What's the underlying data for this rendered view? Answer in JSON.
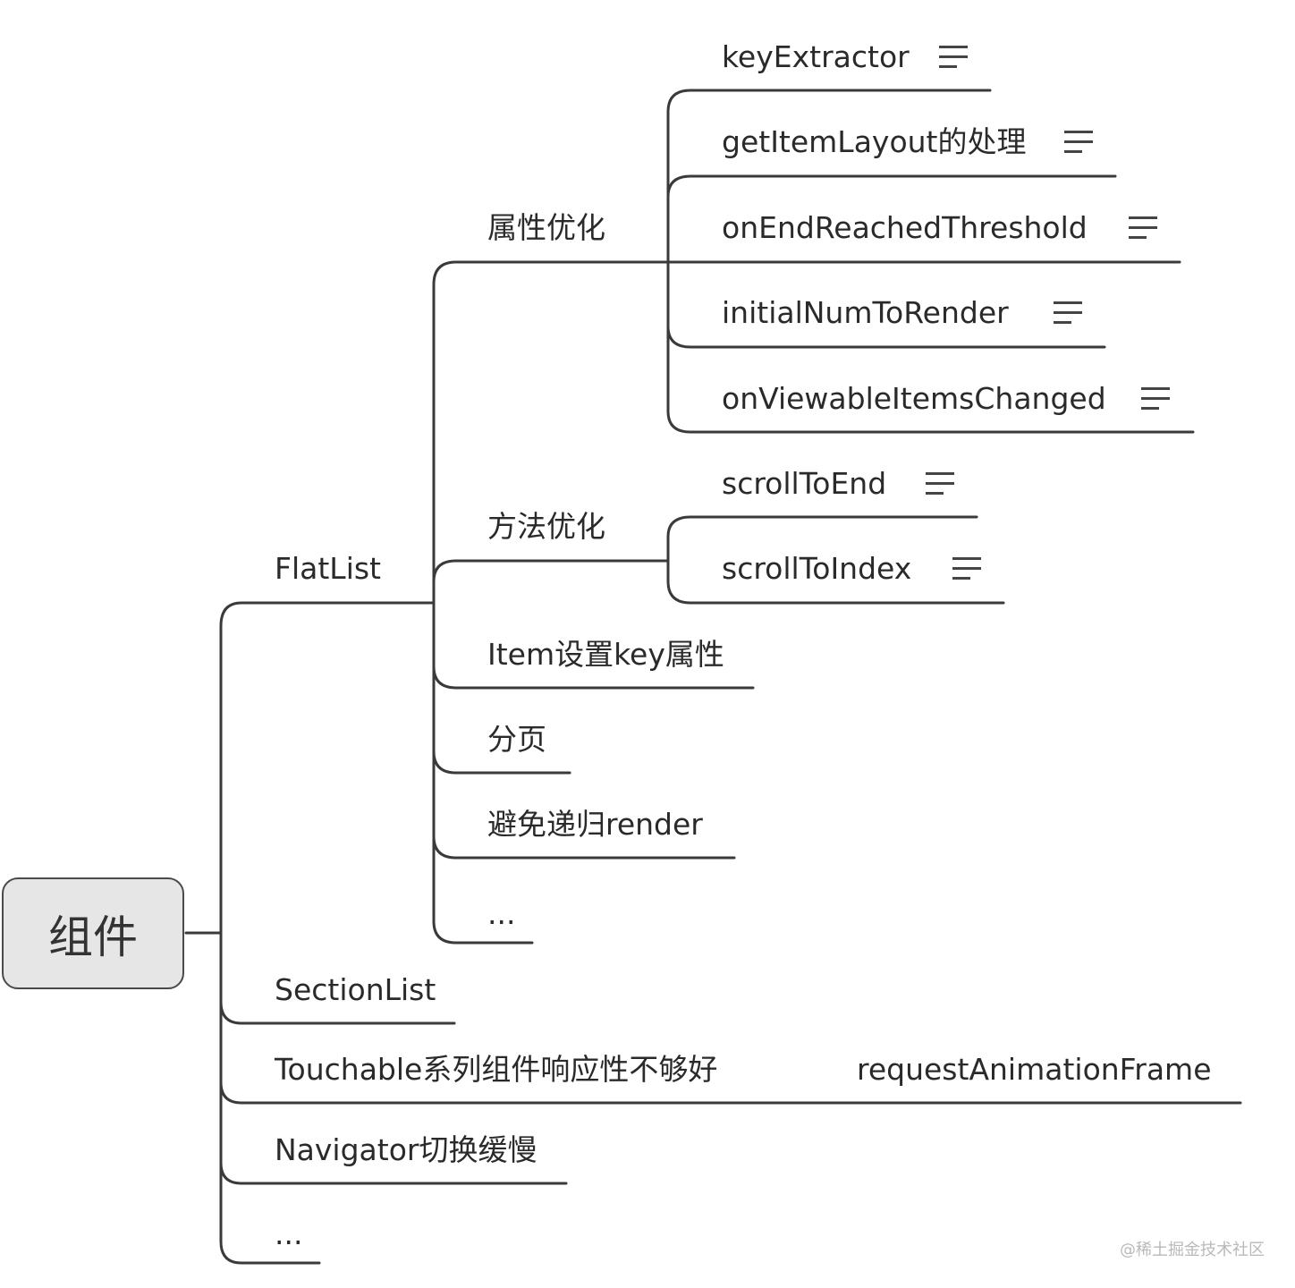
{
  "root": {
    "label": "组件"
  },
  "nodes": {
    "flatlist": "FlatList",
    "attr_opt": "属性优化",
    "keyExtractor": "keyExtractor",
    "getItemLayout": "getItemLayout的处理",
    "onEndReached": "onEndReachedThreshold",
    "initialNum": "initialNumToRender",
    "onViewable": "onViewableItemsChanged",
    "method_opt": "方法优化",
    "scrollToEnd": "scrollToEnd",
    "scrollToIndex": "scrollToIndex",
    "itemKey": "Item设置key属性",
    "paging": "分页",
    "avoidRender": "避免递归render",
    "flatlistMore": "...",
    "sectionlist": "SectionList",
    "touchable": "Touchable系列组件响应性不够好",
    "requestAnim": "requestAnimationFrame",
    "navigator": "Navigator切换缓慢",
    "rootMore": "..."
  },
  "watermark": "@稀土掘金技术社区",
  "colors": {
    "line": "#3a3a3a",
    "root_fill": "#e6e6e6",
    "text": "#2a2a2a"
  }
}
